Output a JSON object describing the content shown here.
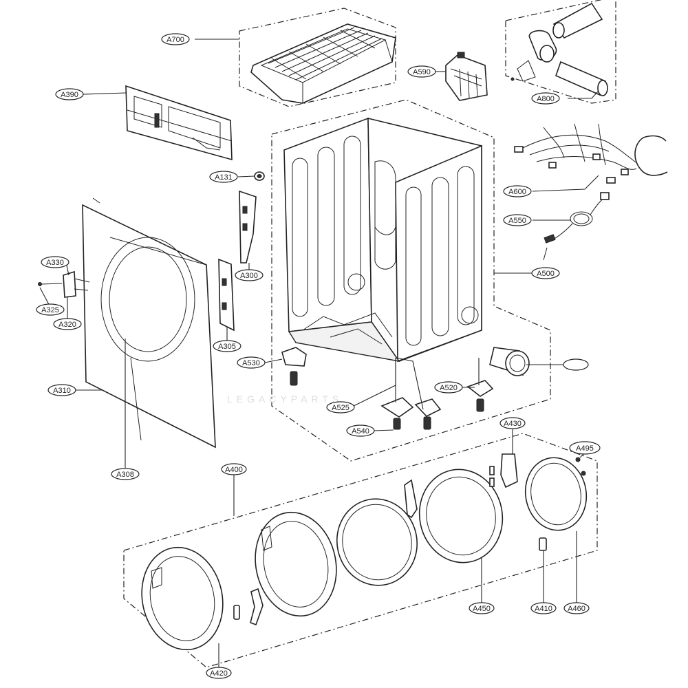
{
  "diagram": {
    "watermark": "LEGACYPARTS",
    "labels": {
      "A700": "A700",
      "A390": "A390",
      "A590": "A590",
      "A800": "A800",
      "A131": "A131",
      "A600": "A600",
      "A550": "A550",
      "A500": "A500",
      "A330": "A330",
      "A325": "A325",
      "A320": "A320",
      "A300": "A300",
      "A305": "A305",
      "A530": "A530",
      "A310": "A310",
      "A520": "A520",
      "A525": "A525",
      "A540": "A540",
      "A308": "A308",
      "A400": "A400",
      "A430": "A430",
      "A495": "A495",
      "A450": "A450",
      "A410": "A410",
      "A460": "A460",
      "A420": "A420",
      "blank": ""
    }
  }
}
